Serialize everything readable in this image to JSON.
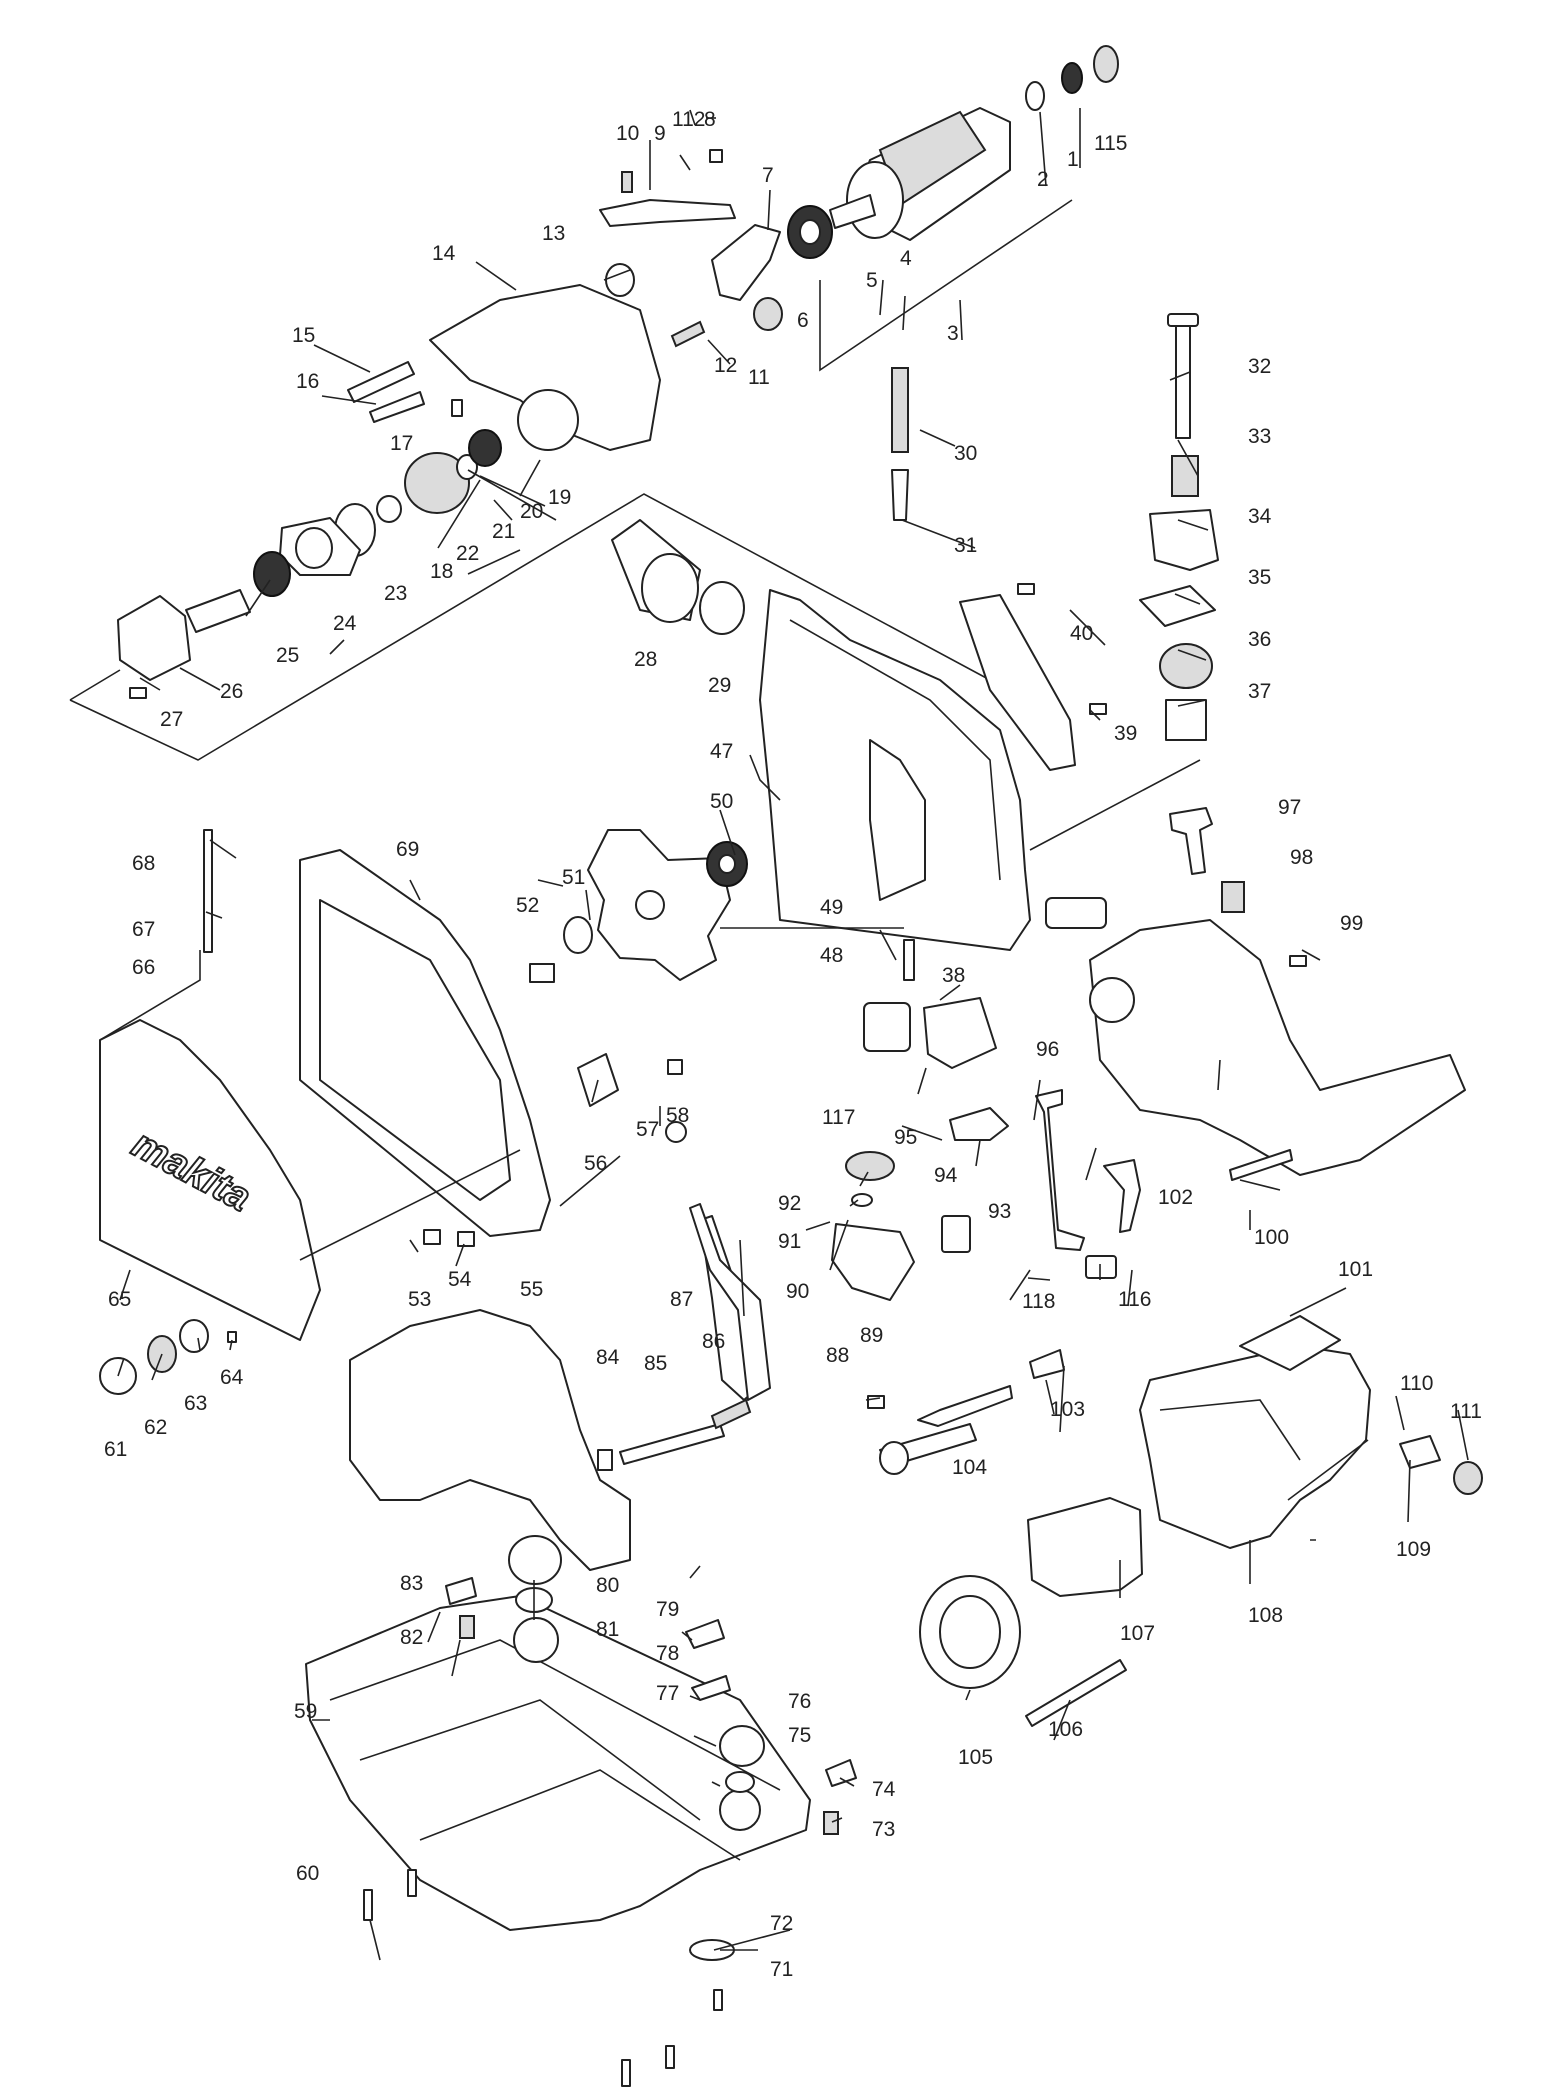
{
  "diagram": {
    "brand_text": "makita",
    "callouts": [
      "1",
      "2",
      "3",
      "4",
      "5",
      "6",
      "7",
      "8",
      "9",
      "10",
      "11",
      "12",
      "13",
      "14",
      "15",
      "16",
      "17",
      "18",
      "19",
      "20",
      "21",
      "22",
      "23",
      "24",
      "25",
      "26",
      "27",
      "28",
      "29",
      "30",
      "31",
      "32",
      "33",
      "34",
      "35",
      "36",
      "37",
      "38",
      "39",
      "40",
      "47",
      "48",
      "49",
      "50",
      "51",
      "52",
      "53",
      "54",
      "55",
      "56",
      "57",
      "58",
      "59",
      "60",
      "61",
      "62",
      "63",
      "64",
      "65",
      "66",
      "67",
      "68",
      "69",
      "71",
      "72",
      "73",
      "74",
      "75",
      "76",
      "77",
      "78",
      "79",
      "80",
      "81",
      "82",
      "83",
      "84",
      "85",
      "86",
      "87",
      "88",
      "89",
      "90",
      "91",
      "92",
      "93",
      "94",
      "95",
      "96",
      "97",
      "98",
      "99",
      "100",
      "101",
      "102",
      "103",
      "104",
      "105",
      "106",
      "107",
      "108",
      "109",
      "110",
      "111",
      "112",
      "115",
      "116",
      "117",
      "118"
    ]
  }
}
